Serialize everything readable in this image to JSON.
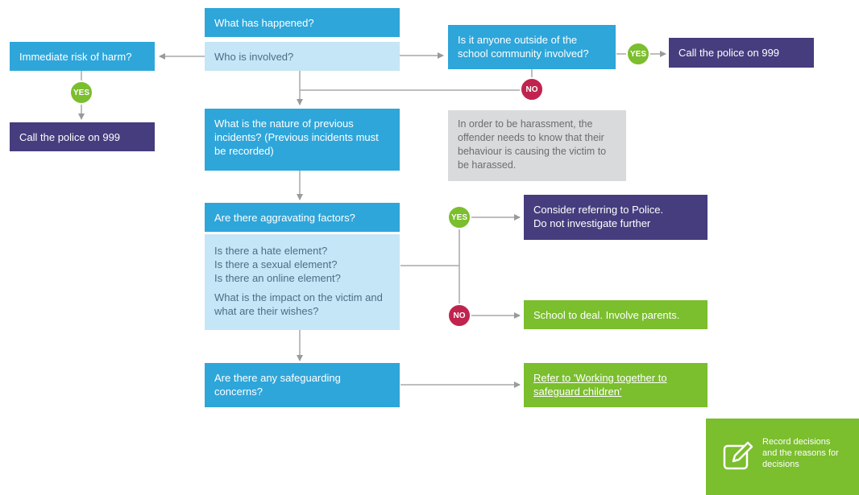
{
  "nodes": {
    "what_happened": "What has happened?",
    "who_involved": "Who is involved?",
    "immediate_risk": "Immediate risk of harm?",
    "call_police_left": "Call the police on 999",
    "outside_school": "Is it anyone outside of the school community involved?",
    "call_police_right": "Call the police on 999",
    "previous_incidents": "What is the nature of previous incidents? (Previous incidents must be recorded)",
    "harassment_note": "In order to be harassment, the offender needs to know that their behaviour is causing the victim to be harassed.",
    "aggravating": "Are there aggravating factors?",
    "aggravating_questions": [
      "Is there a hate element?",
      "Is there a sexual element?",
      "Is there an online element?"
    ],
    "impact_question": "What is the impact on the victim and what are their wishes?",
    "refer_police": [
      "Consider referring to Police.",
      "Do not investigate further"
    ],
    "school_deal": "School to deal. Involve parents.",
    "safeguarding": "Are there any safeguarding concerns?",
    "working_together": "Refer to 'Working together to safeguard children'",
    "record_decisions": "Record decisions and the reasons for decisions"
  },
  "badges": {
    "yes_left": "YES",
    "yes_right": "YES",
    "no_top": "NO",
    "yes_aggravating": "YES",
    "no_aggravating": "NO"
  },
  "icons": {
    "record": "edit-pencil-icon"
  },
  "colors": {
    "blue": "#2ea6da",
    "light_blue": "#c5e6f6",
    "purple": "#453d7e",
    "green": "#7bbe2e",
    "red": "#c0244e",
    "grey": "#d9dadb"
  }
}
